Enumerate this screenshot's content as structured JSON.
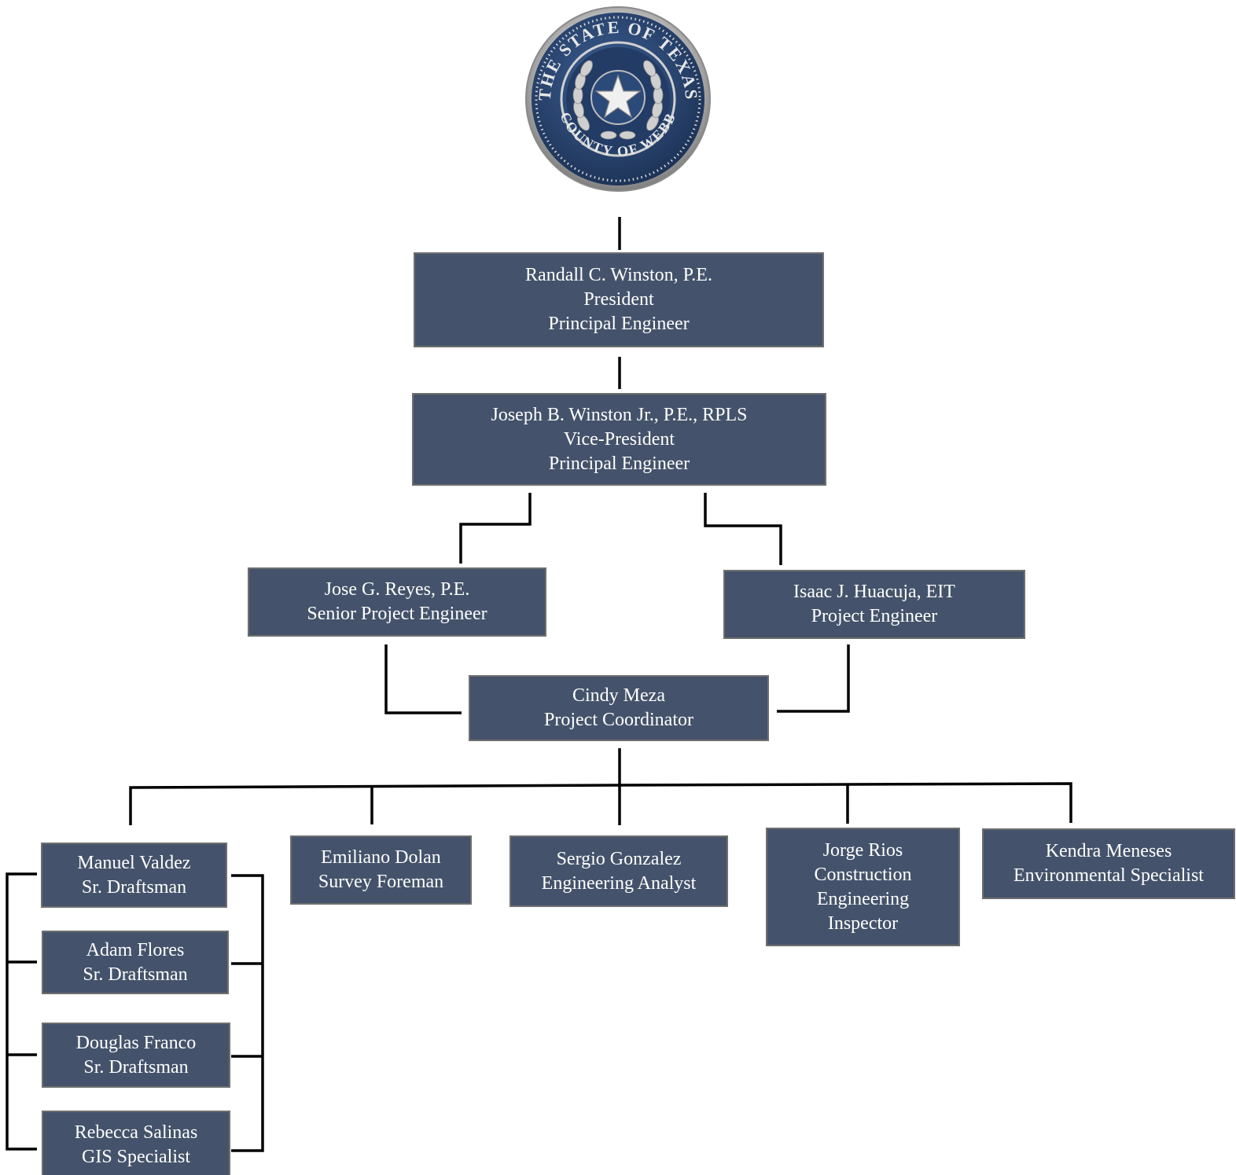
{
  "seal": {
    "top_text": "THE STATE OF TEXAS",
    "bottom_text": "COUNTY OF WEBB"
  },
  "colors": {
    "box_fill": "#44536b",
    "box_border": "#6f6f6f",
    "box_text": "#ffffff",
    "connector": "#000000",
    "seal_blue": "#2a4a78"
  },
  "org": {
    "president": {
      "name": "Randall C. Winston, P.E.",
      "title1": "President",
      "title2": "Principal Engineer"
    },
    "vice_president": {
      "name": "Joseph B. Winston Jr., P.E., RPLS",
      "title1": "Vice-President",
      "title2": "Principal Engineer"
    },
    "senior_project_engineer": {
      "name": "Jose G. Reyes, P.E.",
      "title1": "Senior Project Engineer"
    },
    "project_engineer": {
      "name": "Isaac J. Huacuja, EIT",
      "title1": "Project Engineer"
    },
    "project_coordinator": {
      "name": "Cindy Meza",
      "title1": "Project Coordinator"
    },
    "drafting": [
      {
        "name": "Manuel Valdez",
        "title": "Sr. Draftsman"
      },
      {
        "name": "Adam Flores",
        "title": "Sr. Draftsman"
      },
      {
        "name": "Douglas Franco",
        "title": "Sr. Draftsman"
      },
      {
        "name": "Rebecca Salinas",
        "title": "GIS Specialist"
      }
    ],
    "survey_foreman": {
      "name": "Emiliano Dolan",
      "title": "Survey Foreman"
    },
    "engineering_analyst": {
      "name": "Sergio Gonzalez",
      "title": "Engineering Analyst"
    },
    "inspector": {
      "name": "Jorge Rios",
      "title1": "Construction",
      "title2": "Engineering",
      "title3": "Inspector"
    },
    "environmental": {
      "name": "Kendra Meneses",
      "title": "Environmental Specialist"
    }
  }
}
